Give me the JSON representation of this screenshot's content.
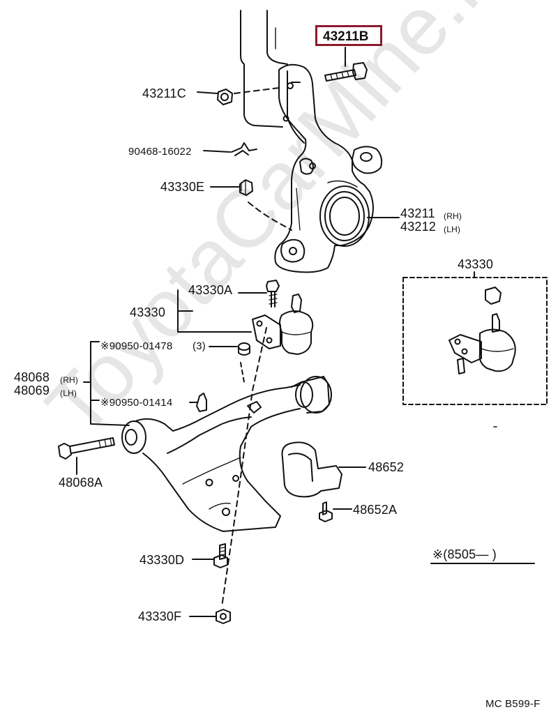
{
  "watermark": "ToyotaCarMine.ru",
  "highlight_color": "#8b1a2e",
  "parts": {
    "p43211B": "43211B",
    "p43211C": "43211C",
    "p90468": "90468-16022",
    "p43330E": "43330E",
    "p43211": "43211",
    "p43211_side": "(RH)",
    "p43212": "43212",
    "p43212_side": "(LH)",
    "p43330A": "43330A",
    "p43330": "43330",
    "p43330_box": "43330",
    "p90950_01478": "※90950-01478",
    "p90950_01478_qty": "(3)",
    "p48068": "48068",
    "p48068_side": "(RH)",
    "p48069": "48069",
    "p48069_side": "(LH)",
    "p90950_01414": "※90950-01414",
    "p48068A": "48068A",
    "p48652": "48652",
    "p48652A": "48652A",
    "p43330D": "43330D",
    "p43330F": "43330F"
  },
  "note": "※(8505—       )",
  "diagram_code": "MC  B599-F"
}
